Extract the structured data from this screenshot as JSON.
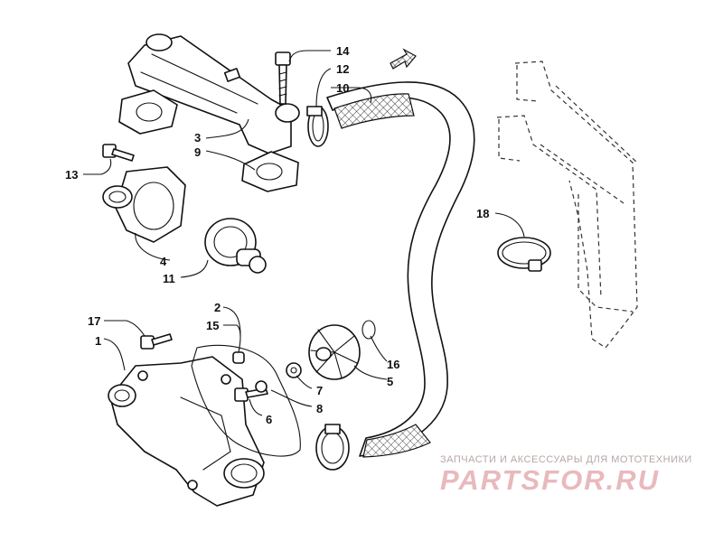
{
  "diagram": {
    "callouts": [
      {
        "id": "c1",
        "label": "1"
      },
      {
        "id": "c2",
        "label": "2"
      },
      {
        "id": "c3",
        "label": "3"
      },
      {
        "id": "c4",
        "label": "4"
      },
      {
        "id": "c5",
        "label": "5"
      },
      {
        "id": "c6",
        "label": "6"
      },
      {
        "id": "c7",
        "label": "7"
      },
      {
        "id": "c8",
        "label": "8"
      },
      {
        "id": "c9",
        "label": "9"
      },
      {
        "id": "c10",
        "label": "10"
      },
      {
        "id": "c11",
        "label": "11"
      },
      {
        "id": "c12",
        "label": "12"
      },
      {
        "id": "c13",
        "label": "13"
      },
      {
        "id": "c14",
        "label": "14"
      },
      {
        "id": "c15",
        "label": "15"
      },
      {
        "id": "c16",
        "label": "16"
      },
      {
        "id": "c17",
        "label": "17"
      },
      {
        "id": "c18",
        "label": "18"
      }
    ]
  },
  "watermark": {
    "subtitle": "ЗАПЧАСТИ И АКСЕССУАРЫ ДЛЯ МОТОТЕХНИКИ",
    "brand": "PARTSFOR.RU"
  },
  "colors": {
    "line": "#111111",
    "watermark_brand": "#e8b9bd",
    "watermark_subtitle": "#b9a6a6"
  }
}
